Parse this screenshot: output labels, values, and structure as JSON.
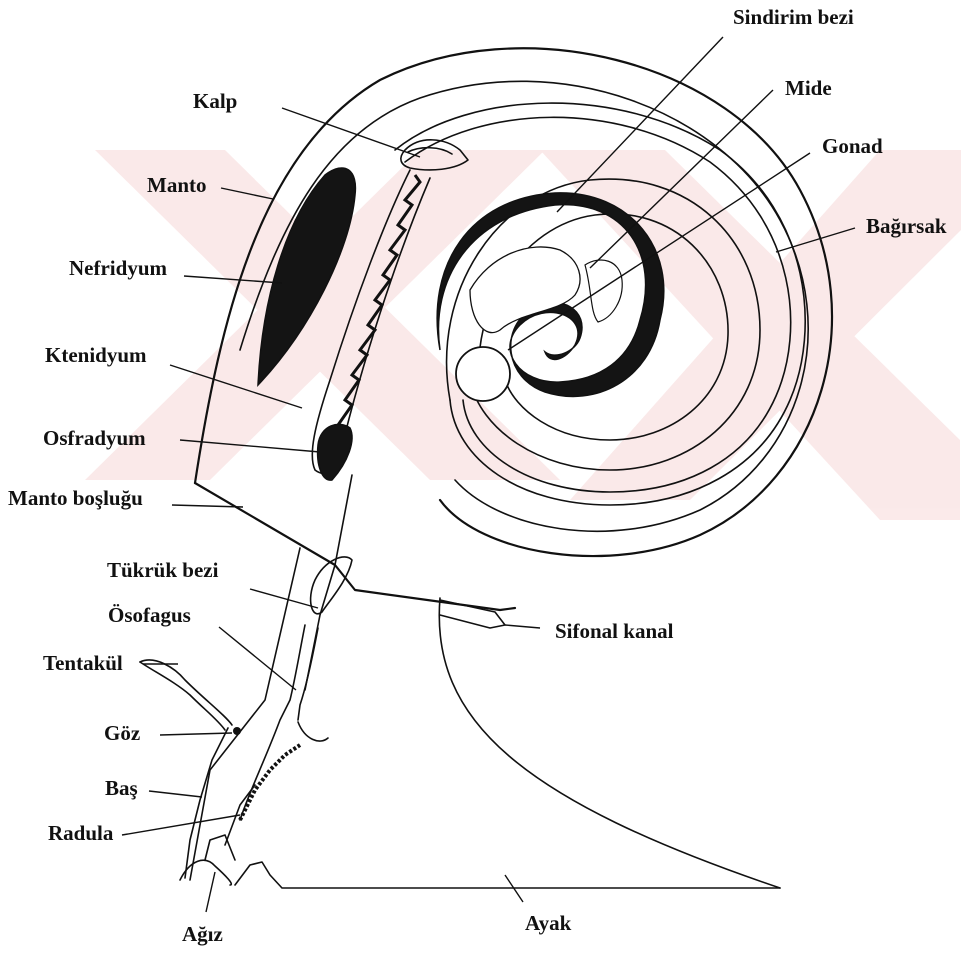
{
  "labels": {
    "sindirim_bezi": "Sindirim bezi",
    "mide": "Mide",
    "gonad": "Gonad",
    "bagirsak": "Bağırsak",
    "kalp": "Kalp",
    "manto": "Manto",
    "nefridyum": "Nefridyum",
    "ktenidyum": "Ktenidyum",
    "osfradyum": "Osfradyum",
    "manto_boslugu": "Manto boşluğu",
    "tukruk_bezi": "Tükrük bezi",
    "osofagus": "Ösofagus",
    "tentakul": "Tentakül",
    "goz": "Göz",
    "bas": "Baş",
    "radula": "Radula",
    "agiz": "Ağız",
    "ayak": "Ayak",
    "sifonal_kanal": "Sifonal kanal"
  },
  "colors": {
    "ink": "#111111",
    "watermark": "#f7d8d8"
  }
}
